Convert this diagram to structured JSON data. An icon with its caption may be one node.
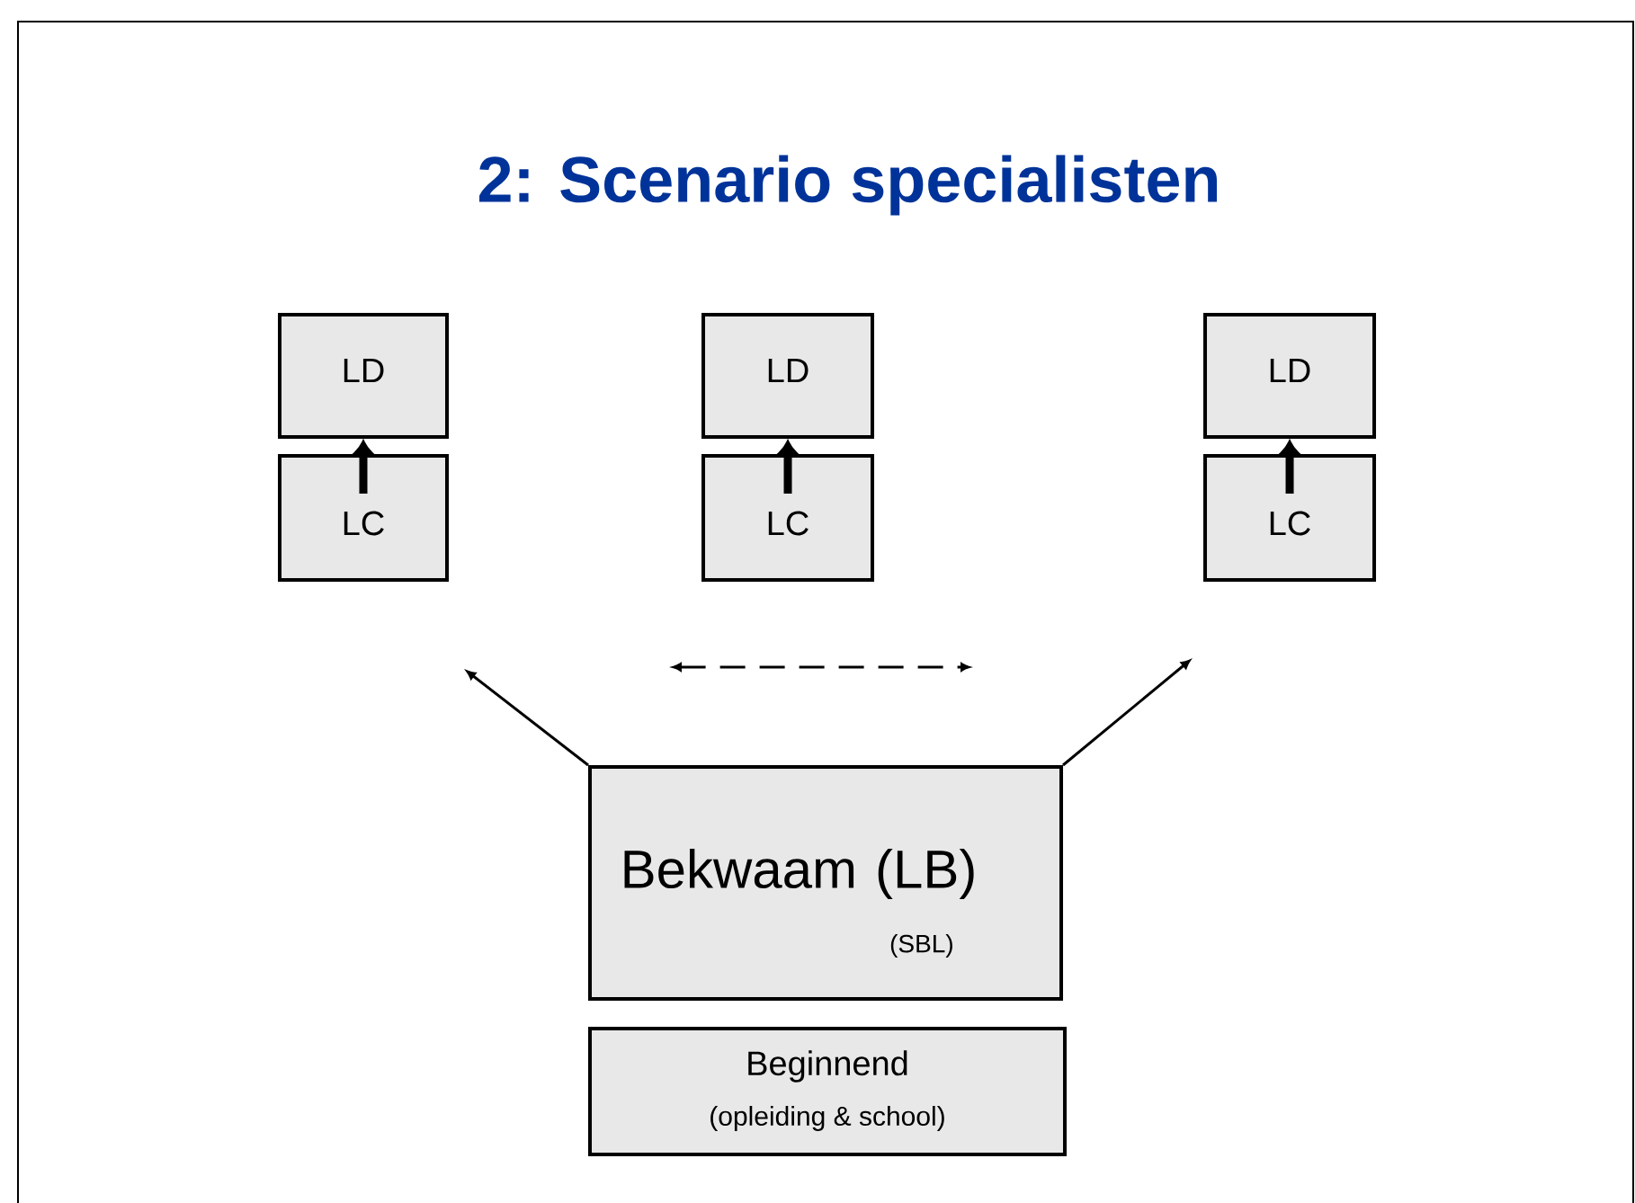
{
  "diagram": {
    "title": "2: Scenario specialisten",
    "nodes": [
      {
        "text": [
          "LD"
        ]
      },
      {
        "text": [
          "LC"
        ]
      },
      {
        "text": [
          "LD"
        ]
      },
      {
        "text": [
          "LC"
        ]
      },
      {
        "text": [
          "LD"
        ]
      },
      {
        "text": [
          "LC"
        ]
      },
      {
        "text": [
          "Bekwaam (LB)",
          "(SBL)"
        ]
      },
      {
        "text": [
          "Beginnend",
          "(opleiding & school)"
        ]
      }
    ],
    "edges": [
      {
        "from": 1,
        "to": 0,
        "arrow": "to"
      },
      {
        "from": 3,
        "to": 2,
        "arrow": "to"
      },
      {
        "from": 5,
        "to": 4,
        "arrow": "to"
      },
      {
        "from": 6,
        "to": null,
        "arrow": "to"
      },
      {
        "from": 6,
        "to": null,
        "arrow": "to"
      }
    ]
  }
}
